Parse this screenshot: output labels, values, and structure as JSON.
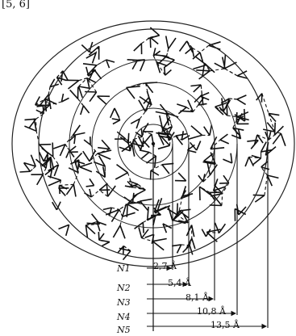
{
  "corner_text": "[5, 6]",
  "shells": [
    {
      "n": "N1",
      "distance": "2,7 Å"
    },
    {
      "n": "N2",
      "distance": "5,4 Å"
    },
    {
      "n": "N3",
      "distance": "8,1 Å"
    },
    {
      "n": "N4",
      "distance": "10,8 Å"
    },
    {
      "n": "N5",
      "distance": "13,5 Å"
    }
  ]
}
